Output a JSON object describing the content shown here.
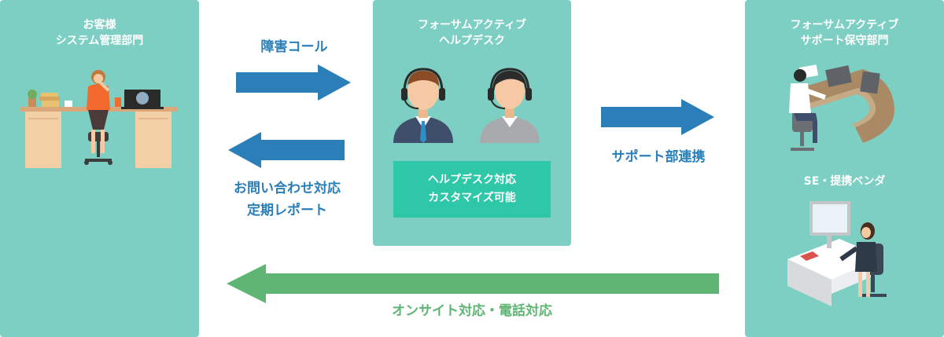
{
  "panels": {
    "customer": {
      "title_line1": "お客様",
      "title_line2": "システム管理部門"
    },
    "helpdesk": {
      "title_line1": "フォーサムアクティブ",
      "title_line2": "ヘルプデスク",
      "box_line1": "ヘルプデスク対応",
      "box_line2": "カスタマイズ可能"
    },
    "support": {
      "title_line1": "フォーサムアクティブ",
      "title_line2": "サポート保守部門",
      "sub_label": "SE・提携ベンダ"
    }
  },
  "arrows": {
    "fault_call": "障害コール",
    "inquiry_line1": "お問い合わせ対応",
    "inquiry_line2": "定期レポート",
    "support_link": "サポート部連携",
    "onsite": "オンサイト対応・電話対応"
  },
  "colors": {
    "panel": "#7ecfc3",
    "blue_arrow": "#2a7fb8",
    "green_arrow": "#5fb574",
    "accent_box": "#2ec7a7"
  }
}
